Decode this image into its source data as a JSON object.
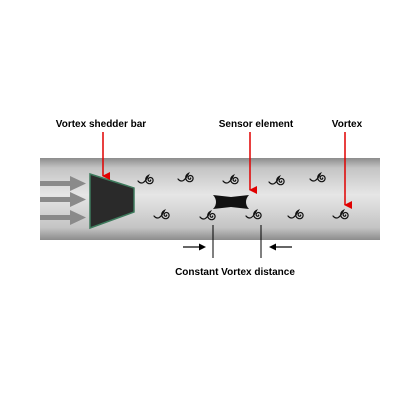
{
  "labels": {
    "shedder_bar": "Vortex shedder bar",
    "sensor_element": "Sensor element",
    "vortex": "Vortex",
    "distance": "Constant Vortex distance"
  },
  "colors": {
    "pipe_light": "#e6e6e6",
    "pipe_mid": "#c4c4c4",
    "pipe_dark": "#8c8c8c",
    "shedder_fill": "#2a2a2a",
    "shedder_edge": "#3d7a5c",
    "flow_arrow": "#8a8a8a",
    "pointer": "#e00000",
    "swirl": "#111111"
  },
  "icons": {
    "flow": "right-arrow",
    "vortex": "spiral-swirl"
  }
}
